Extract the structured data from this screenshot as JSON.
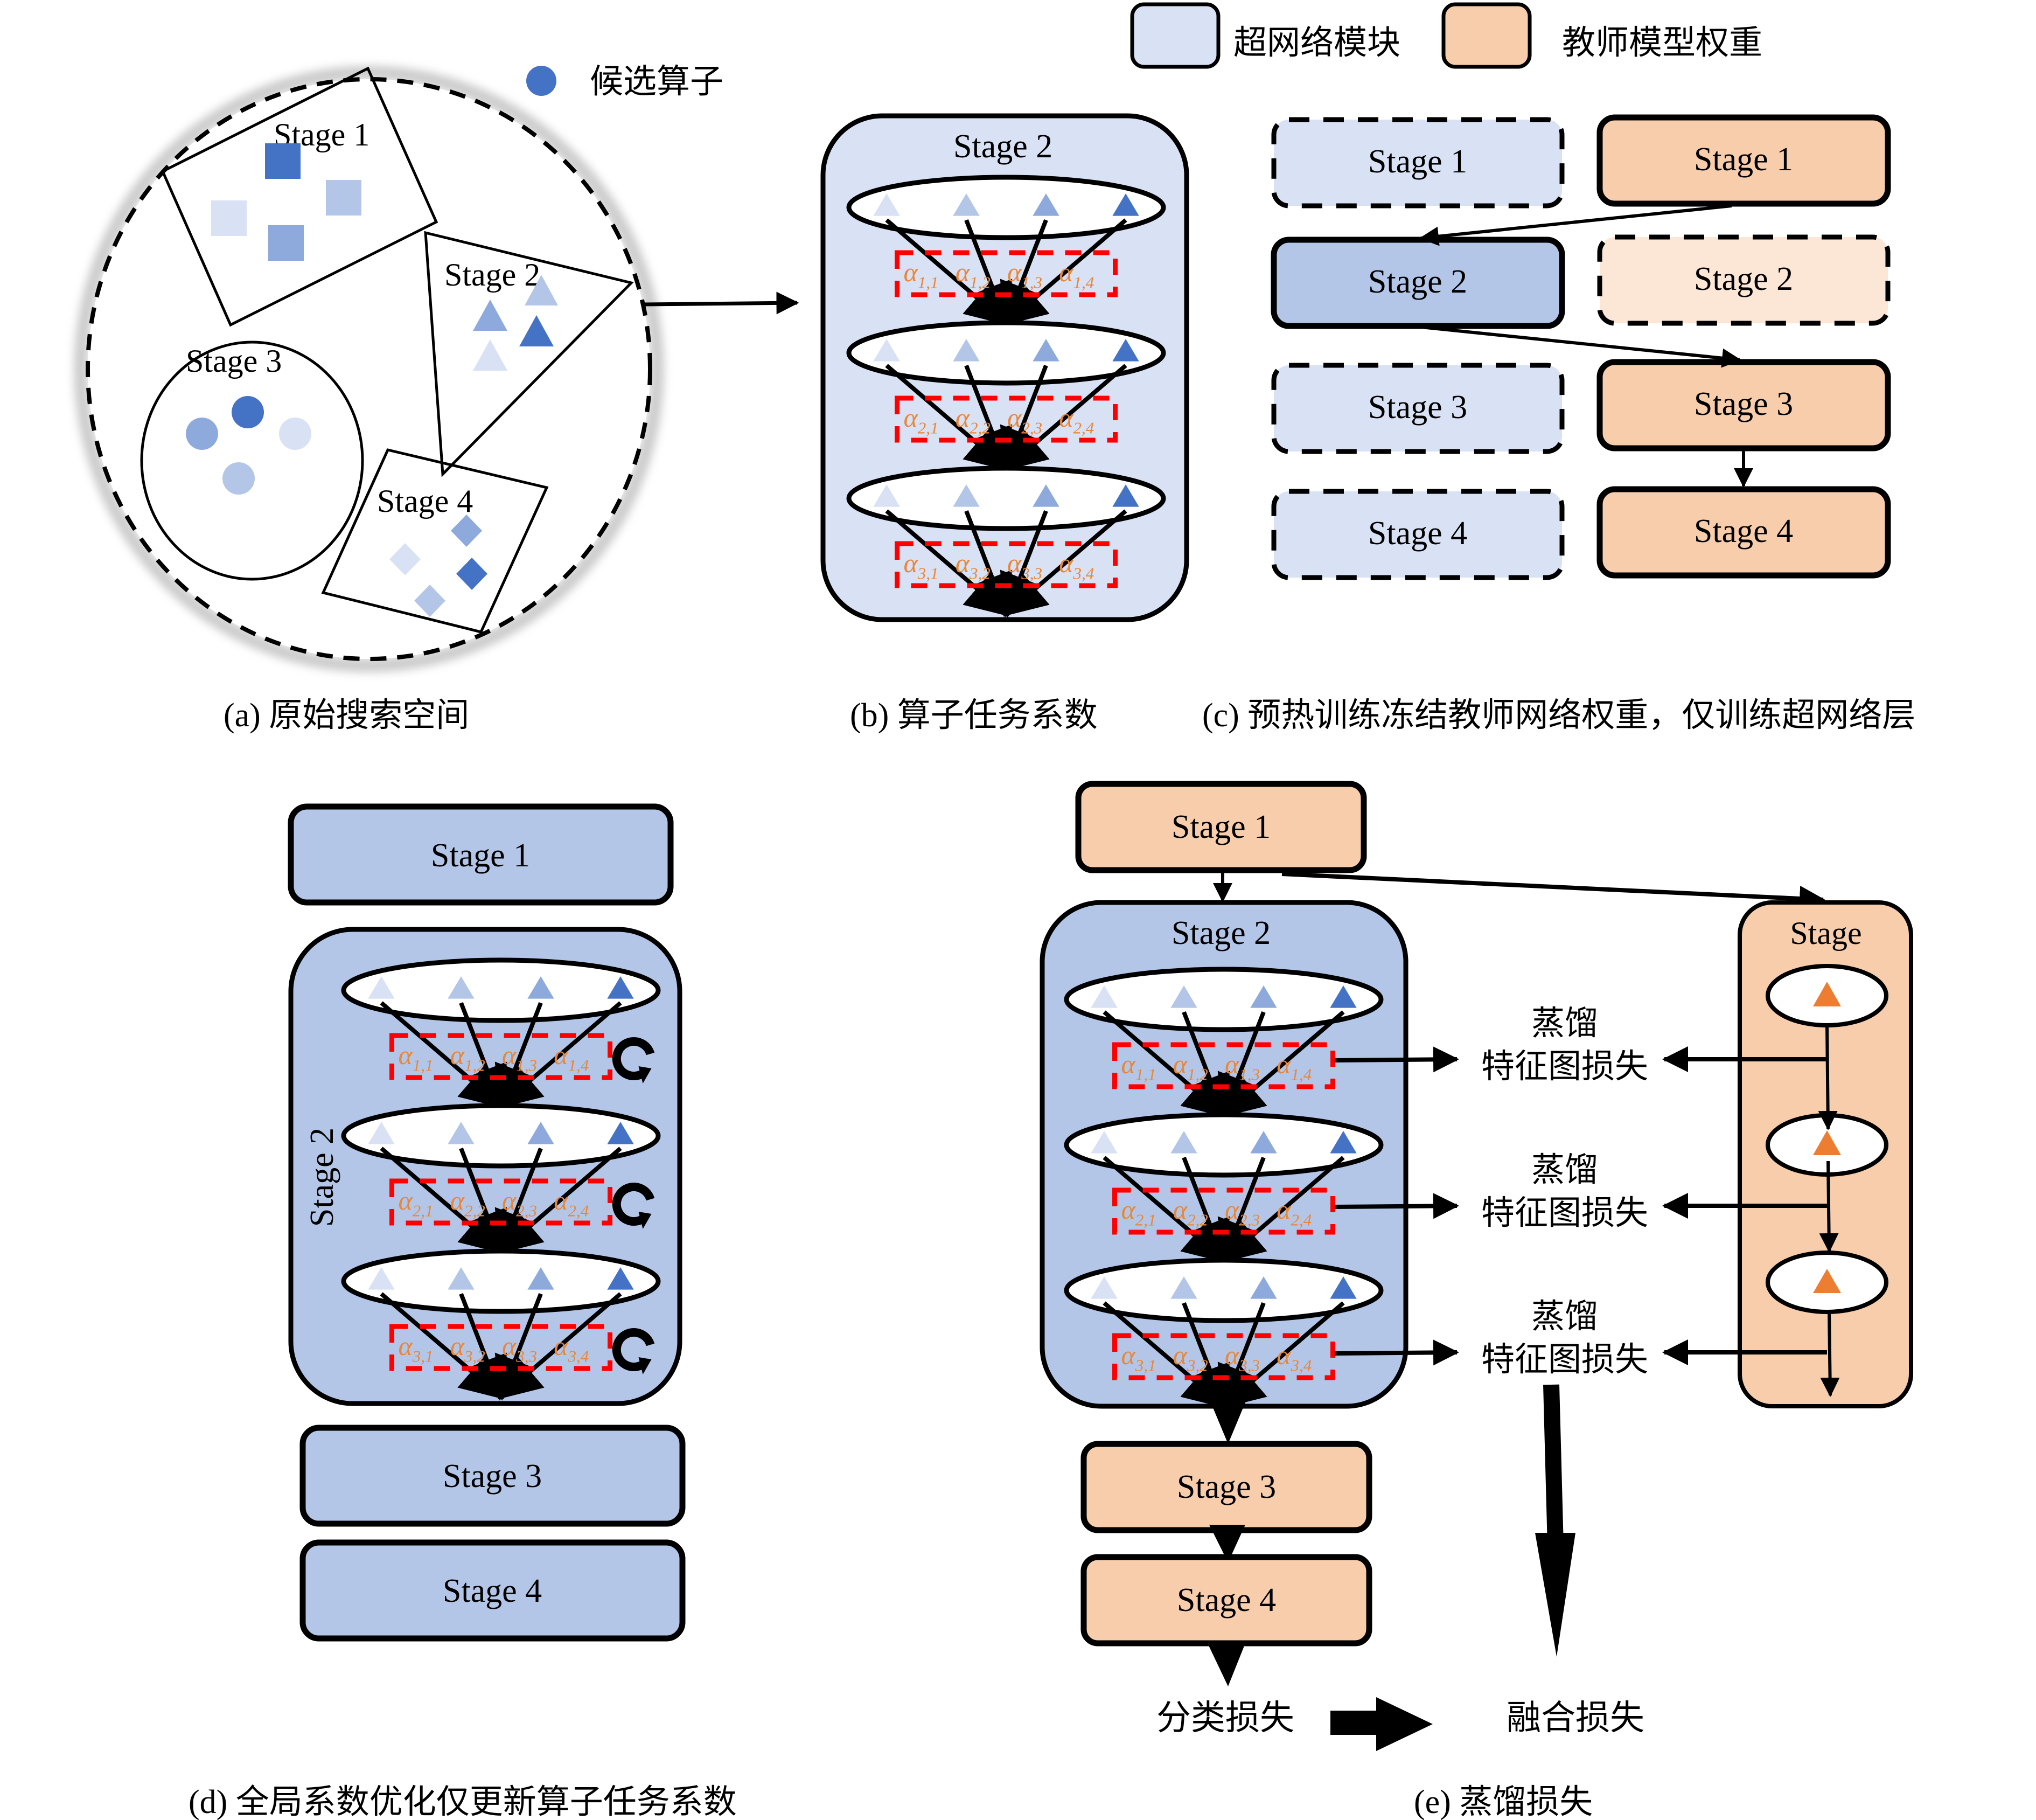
{
  "colors": {
    "supernet_light": "#d9e1f4",
    "supernet_mid": "#b4c6e7",
    "teacher": "#f7cdab",
    "teacher_light": "#fce6d5",
    "op_shades": [
      "#d9e1f4",
      "#b4c6e7",
      "#8eaadc",
      "#4472c4"
    ],
    "teacher_op": "#ed7d31",
    "alpha_text": "#e8873a",
    "alpha_box": "#ff0000"
  },
  "legend": {
    "candidate_op": "候选算子",
    "supernet_block": "超网络模块",
    "teacher_weights": "教师模型权重"
  },
  "panel_a": {
    "caption": "(a) 原始搜索空间",
    "stages": [
      "Stage 1",
      "Stage 2",
      "Stage 3",
      "Stage 4"
    ]
  },
  "panel_b": {
    "caption": "(b) 算子任务系数",
    "title": "Stage 2",
    "layers": [
      {
        "alphas": [
          "α1,1",
          "α1,2",
          "α1,3",
          "α1,4"
        ]
      },
      {
        "alphas": [
          "α2,1",
          "α2,2",
          "α2,3",
          "α2,4"
        ]
      },
      {
        "alphas": [
          "α3,1",
          "α3,2",
          "α3,3",
          "α3,4"
        ]
      }
    ]
  },
  "panel_c": {
    "caption": "(c) 预热训练冻结教师网络权重，仅训练超网络层",
    "supernet_column": [
      "Stage 1",
      "Stage 2",
      "Stage 3",
      "Stage 4"
    ],
    "teacher_column": [
      "Stage 1",
      "Stage 2",
      "Stage 3",
      "Stage 4"
    ]
  },
  "panel_d": {
    "caption": "(d) 全局系数优化仅更新算子任务系数",
    "stage1": "Stage 1",
    "stage2_vertical": "Stage 2",
    "stage3": "Stage 3",
    "stage4": "Stage 4",
    "layers": [
      {
        "alphas": [
          "α1,1",
          "α1,2",
          "α1,3",
          "α1,4"
        ]
      },
      {
        "alphas": [
          "α2,1",
          "α2,2",
          "α2,3",
          "α2,4"
        ]
      },
      {
        "alphas": [
          "α3,1",
          "α3,2",
          "α3,3",
          "α3,4"
        ]
      }
    ]
  },
  "panel_e": {
    "caption": "(e) 蒸馏损失",
    "stage1": "Stage 1",
    "stage2": "Stage 2",
    "stage3": "Stage 3",
    "stage4": "Stage 4",
    "teacher_stage": "Stage",
    "distill_line1": "蒸馏",
    "distill_line2": "特征图损失",
    "cls_loss": "分类损失",
    "fusion_loss": "融合损失",
    "layers": [
      {
        "alphas": [
          "α1,1",
          "α1,2",
          "α1,3",
          "α1,4"
        ]
      },
      {
        "alphas": [
          "α2,1",
          "α2,2",
          "α2,3",
          "α2,4"
        ]
      },
      {
        "alphas": [
          "α3,1",
          "α3,2",
          "α3,3",
          "α3,4"
        ]
      }
    ]
  }
}
